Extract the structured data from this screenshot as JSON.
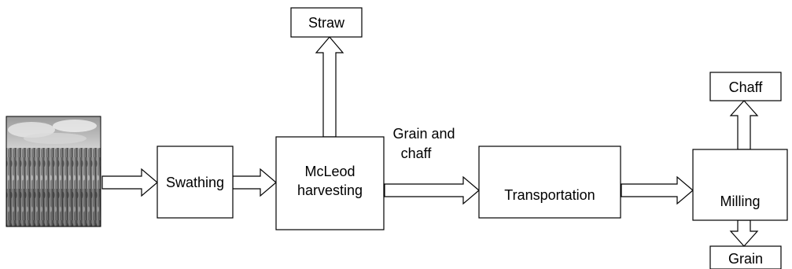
{
  "diagram": {
    "image": {
      "label": ""
    },
    "steps": {
      "swathing": "Swathing",
      "harvesting_line1": "McLeod",
      "harvesting_line2": "harvesting",
      "transportation": "Transportation",
      "milling": "Milling"
    },
    "outputs": {
      "straw": "Straw",
      "chaff": "Chaff",
      "grain": "Grain"
    },
    "edge_labels": {
      "grain_and_chaff_line1": "Grain and",
      "grain_and_chaff_line2": "chaff"
    }
  }
}
